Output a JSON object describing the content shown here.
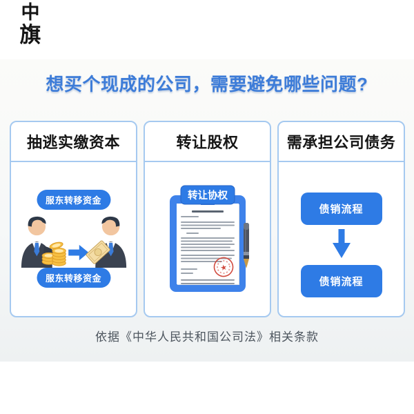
{
  "brand": {
    "name": "中旗",
    "line1": "中",
    "line2": "旗"
  },
  "title": "想买个现成的公司，需要避免哪些问题?",
  "cards": [
    {
      "header": "抽逃实缴资本",
      "pill_top": "服东转移资金",
      "pill_bottom": "服东转移资金"
    },
    {
      "header": "转让股权",
      "doc_tab": "转让协权"
    },
    {
      "header": "需承担公司债务",
      "flow_top": "债销流程",
      "flow_bottom": "债销流程"
    }
  ],
  "footer": "依据《中华人民共和国公司法》相关条款",
  "colors": {
    "accent_blue": "#2e7be5",
    "title_blue": "#3d7cd8",
    "card_border": "#a5c9f0",
    "coin_gold": "#f7c043",
    "seal_red": "#d14b3f"
  }
}
